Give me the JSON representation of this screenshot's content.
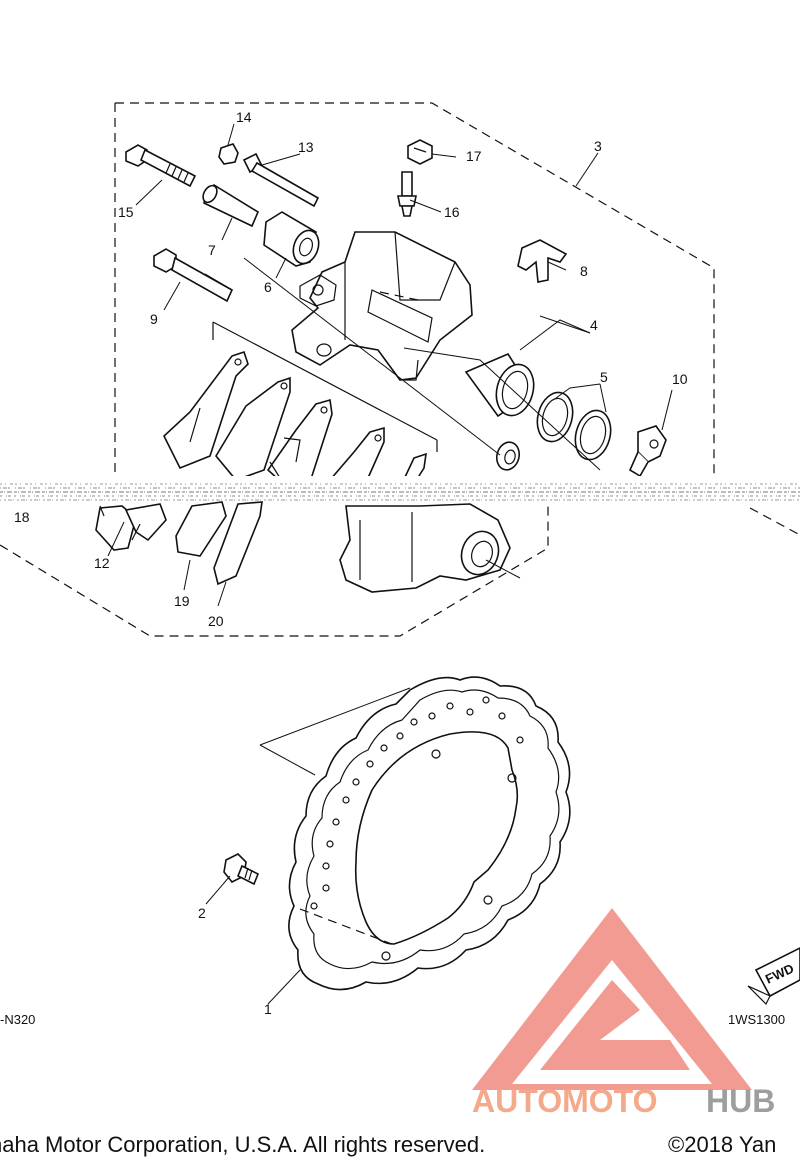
{
  "callouts": [
    "1",
    "2",
    "3",
    "4",
    "5",
    "6",
    "7",
    "8",
    "9",
    "10",
    "12",
    "13",
    "14",
    "15",
    "16",
    "17",
    "18",
    "19",
    "20"
  ],
  "refs": {
    "left": "-N320",
    "right": "1WS1300",
    "fwd": "FWD"
  },
  "watermark": {
    "brand_a": "AUTOMOTO",
    "brand_b": "HUB",
    "color_a": "#f4a98a",
    "color_b": "#9e9e9e",
    "logo_color": "#f08a80"
  },
  "footer": {
    "copyright_left": "naha Motor Corporation, U.S.A. All rights reserved.",
    "copyright_right": "©2018 Yan"
  }
}
